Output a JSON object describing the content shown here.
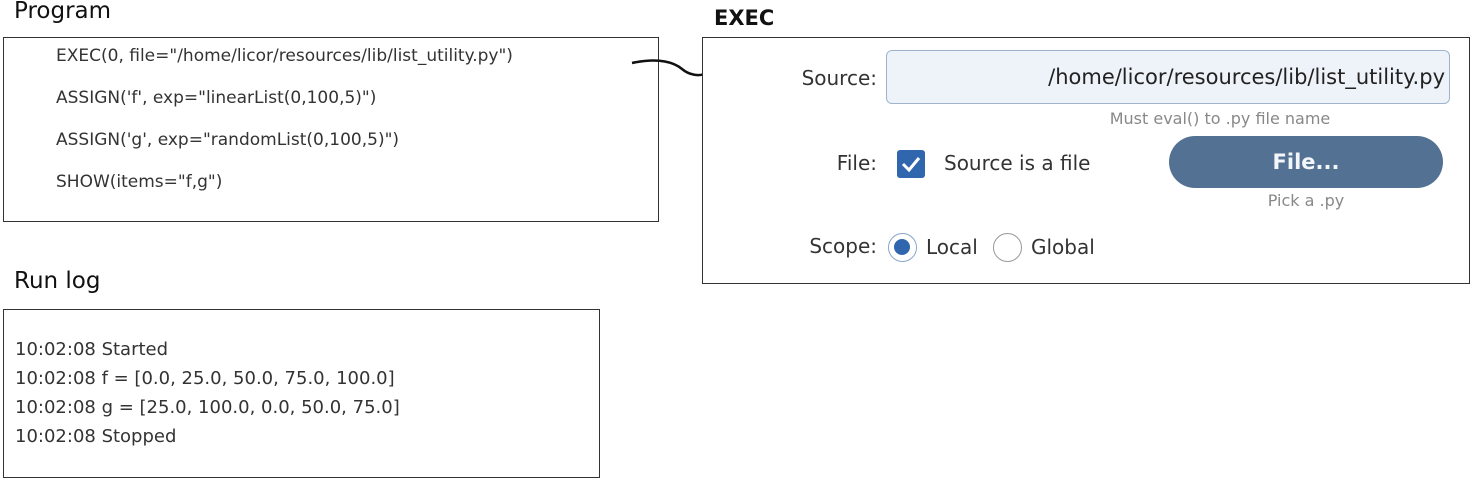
{
  "program": {
    "title": "Program",
    "lines": [
      "EXEC(0, file=\"/home/licor/resources/lib/list_utility.py\")",
      "ASSIGN('f', exp=\"linearList(0,100,5)\")",
      "ASSIGN('g', exp=\"randomList(0,100,5)\")",
      "SHOW(items=\"f,g\")"
    ]
  },
  "run_log": {
    "title": "Run log",
    "lines": [
      "10:02:08 Started",
      "10:02:08 f = [0.0, 25.0, 50.0, 75.0, 100.0]",
      "10:02:08 g = [25.0, 100.0, 0.0, 50.0, 75.0]",
      "10:02:08 Stopped"
    ]
  },
  "exec": {
    "title": "EXEC",
    "source_label": "Source:",
    "source_value": "/home/licor/resources/lib/list_utility.py",
    "source_hint": "Must eval() to .py file name",
    "file_label": "File:",
    "file_checkbox_label": "Source is a file",
    "file_checkbox_checked": true,
    "file_button_label": "File...",
    "file_button_hint": "Pick a .py",
    "scope_label": "Scope:",
    "scope_options": [
      "Local",
      "Global"
    ],
    "scope_selected": "Local"
  },
  "colors": {
    "accent": "#2f66ad",
    "button": "#537293",
    "input_bg": "#eef3f9"
  }
}
